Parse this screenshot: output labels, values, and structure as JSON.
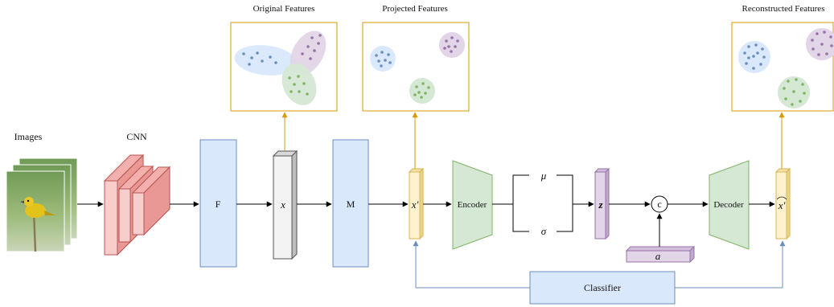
{
  "labels": {
    "images": "Images",
    "cnn": "CNN",
    "f_block": "F",
    "x_feature": "x",
    "m_block": "M",
    "x_prime": "x′",
    "encoder": "Encoder",
    "mu": "μ",
    "sigma": "σ",
    "z": "z",
    "concat": "c",
    "attribute": "a",
    "decoder": "Decoder",
    "x_hat": "x′",
    "classifier": "Classifier"
  },
  "panels": {
    "original": "Original Features",
    "projected": "Projected Features",
    "reconstructed": "Reconstructed Features"
  },
  "colors": {
    "blue_fill": "#dae8fc",
    "blue_stroke": "#6c8ebf",
    "green_fill": "#d5e8d4",
    "green_stroke": "#82b366",
    "purple_fill": "#e1d5e7",
    "purple_stroke": "#9673a6",
    "yellow_fill": "#fff2cc",
    "yellow_stroke": "#d6b656",
    "red_fill": "#f8cecc",
    "red_stroke": "#b85450",
    "gray_fill": "#f0f0f0",
    "panel_stroke": "#d79b00",
    "classifier_arrow": "#6c8ebf"
  }
}
